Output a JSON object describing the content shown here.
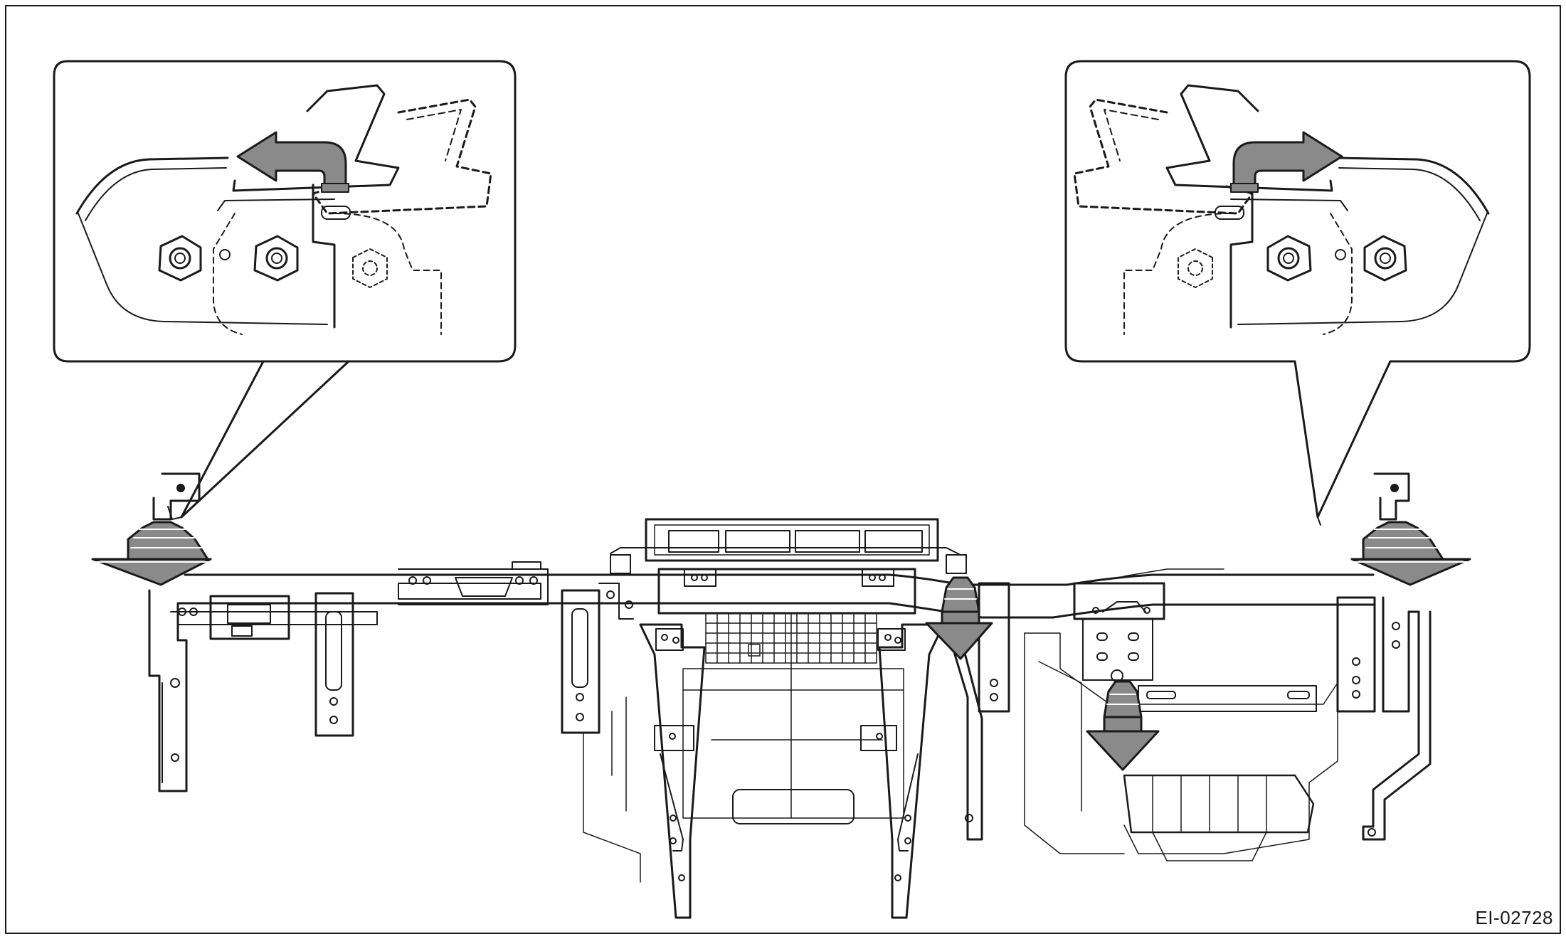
{
  "figure": {
    "code": "EI-02728",
    "stroke_color": "#1a1a1a",
    "arrow_fill": "#8a8a8a",
    "arrow_fill_light": "#b4b4b4",
    "background": "#ffffff"
  },
  "callouts": [
    {
      "id": "left-detail",
      "arrow_direction": "left"
    },
    {
      "id": "right-detail",
      "arrow_direction": "right"
    }
  ],
  "removal_arrows": [
    {
      "id": "left-end",
      "direction": "down"
    },
    {
      "id": "center",
      "direction": "down"
    },
    {
      "id": "center-lower",
      "direction": "down"
    },
    {
      "id": "right-end",
      "direction": "down"
    }
  ]
}
